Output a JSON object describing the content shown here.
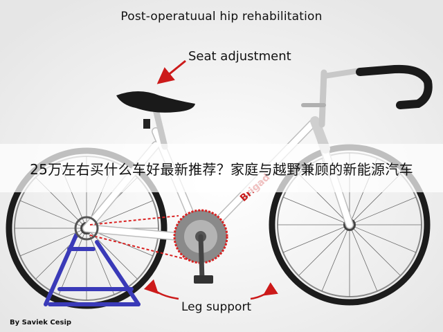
{
  "title": "Post-operatuual hip rehabilitation",
  "annotations": {
    "seat": "Seat adjustment",
    "leg": "Leg support"
  },
  "frame_text": "Brigad",
  "credit": "By Saviek Cesip",
  "banner": "25万左右买什么车好最新推荐？家庭与越野兼顾的新能源汽车",
  "colors": {
    "frame": "#ffffff",
    "chain_highlight": "#d92020",
    "stand": "#3a3ab8",
    "arrow": "#cc1a1a"
  }
}
